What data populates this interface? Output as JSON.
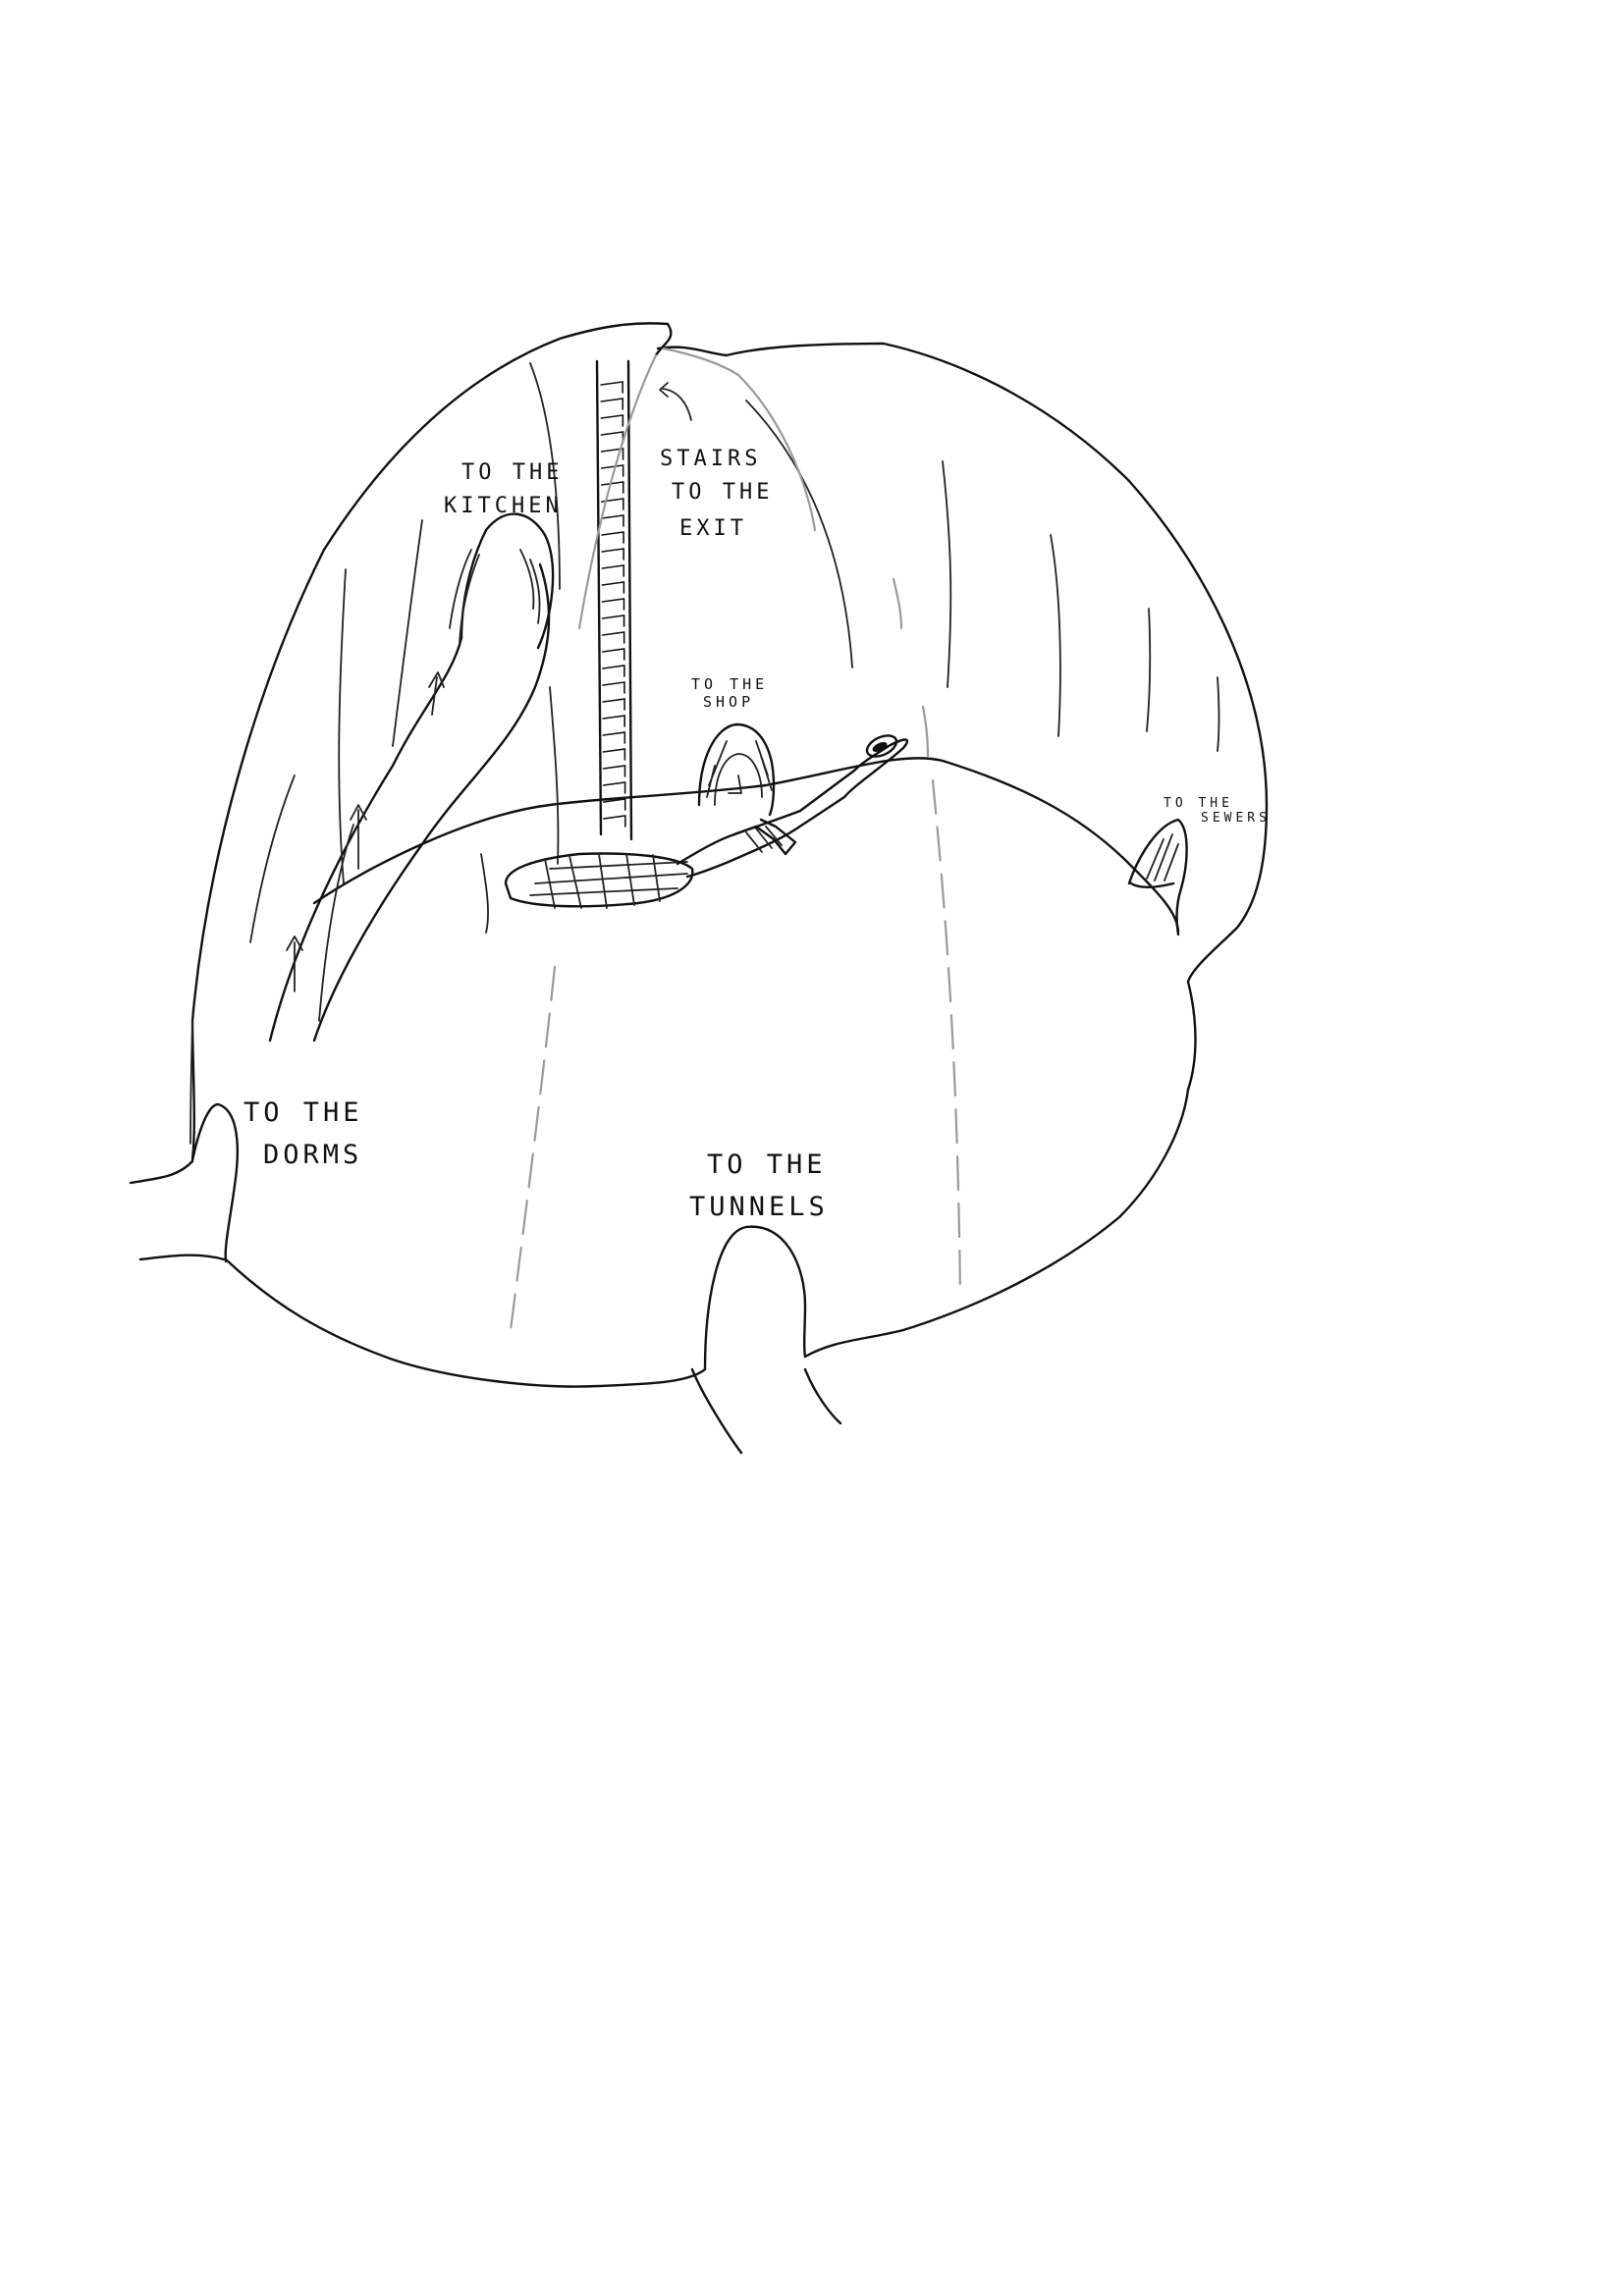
{
  "labels": {
    "kitchen": [
      "TO THE",
      "KITCHEN"
    ],
    "stairs": [
      "STAIRS",
      "TO THE",
      "EXIT"
    ],
    "shop": [
      "TO THE",
      "SHOP"
    ],
    "sewers": [
      "TO THE",
      "SEWERS"
    ],
    "dorms": [
      "TO THE",
      "DORMS"
    ],
    "tunnels": [
      "TO THE",
      "TUNNELS"
    ]
  },
  "colors": {
    "ink": "#111111",
    "pencil": "#9a9a9a",
    "paper": "#ffffff"
  }
}
